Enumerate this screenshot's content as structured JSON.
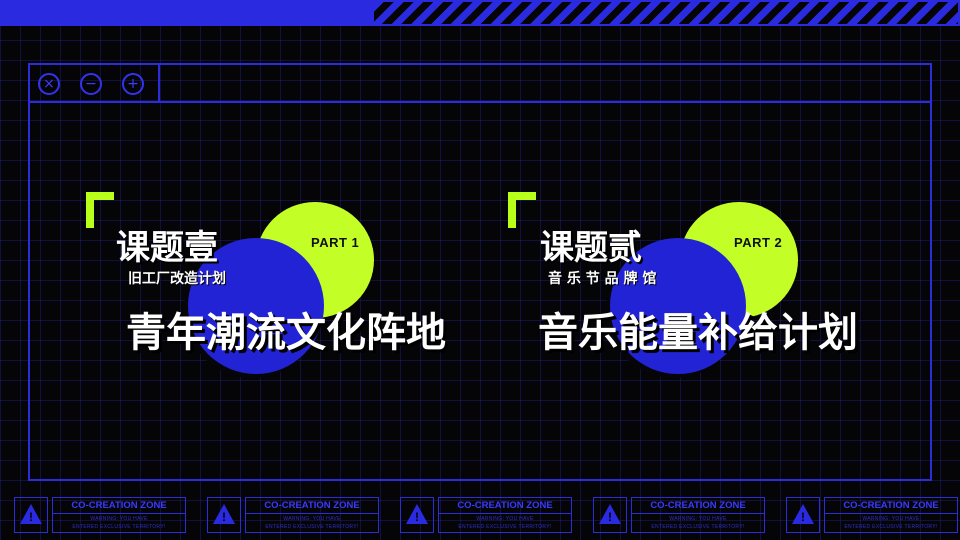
{
  "window_controls": {
    "close_glyph": "×",
    "minimize_glyph": "−",
    "maximize_glyph": "+"
  },
  "topics": [
    {
      "part": "PART 1",
      "title": "课题壹",
      "subtitle": "旧工厂改造计划",
      "headline": "青年潮流文化阵地"
    },
    {
      "part": "PART 2",
      "title": "课题贰",
      "subtitle": "音 乐 节 品 牌 馆",
      "headline": "音乐能量补给计划"
    }
  ],
  "badges": [
    {
      "zone": "CO-CREATION ZONE",
      "line1": "WARNING: YOU HAVE",
      "line2": "ENTERED EXCLUSIVE TERRITORY!"
    },
    {
      "zone": "CO-CREATION ZONE",
      "line1": "WARNING: YOU HAVE",
      "line2": "ENTERED EXCLUSIVE TERRITORY!"
    },
    {
      "zone": "CO-CREATION ZONE",
      "line1": "WARNING: YOU HAVE",
      "line2": "ENTERED EXCLUSIVE TERRITORY!"
    },
    {
      "zone": "CO-CREATION ZONE",
      "line1": "WARNING: YOU HAVE",
      "line2": "ENTERED EXCLUSIVE TERRITORY!"
    },
    {
      "zone": "CO-CREATION ZONE",
      "line1": "WARNING: YOU HAVE",
      "line2": "ENTERED EXCLUSIVE TERRITORY!"
    }
  ],
  "warning_glyph": "!",
  "colors": {
    "accent_blue": "#2a2ae0",
    "accent_lime": "#c3ff26",
    "background": "#050508"
  },
  "icons": [
    "close-icon",
    "minimize-icon",
    "maximize-icon",
    "warning-icon"
  ]
}
